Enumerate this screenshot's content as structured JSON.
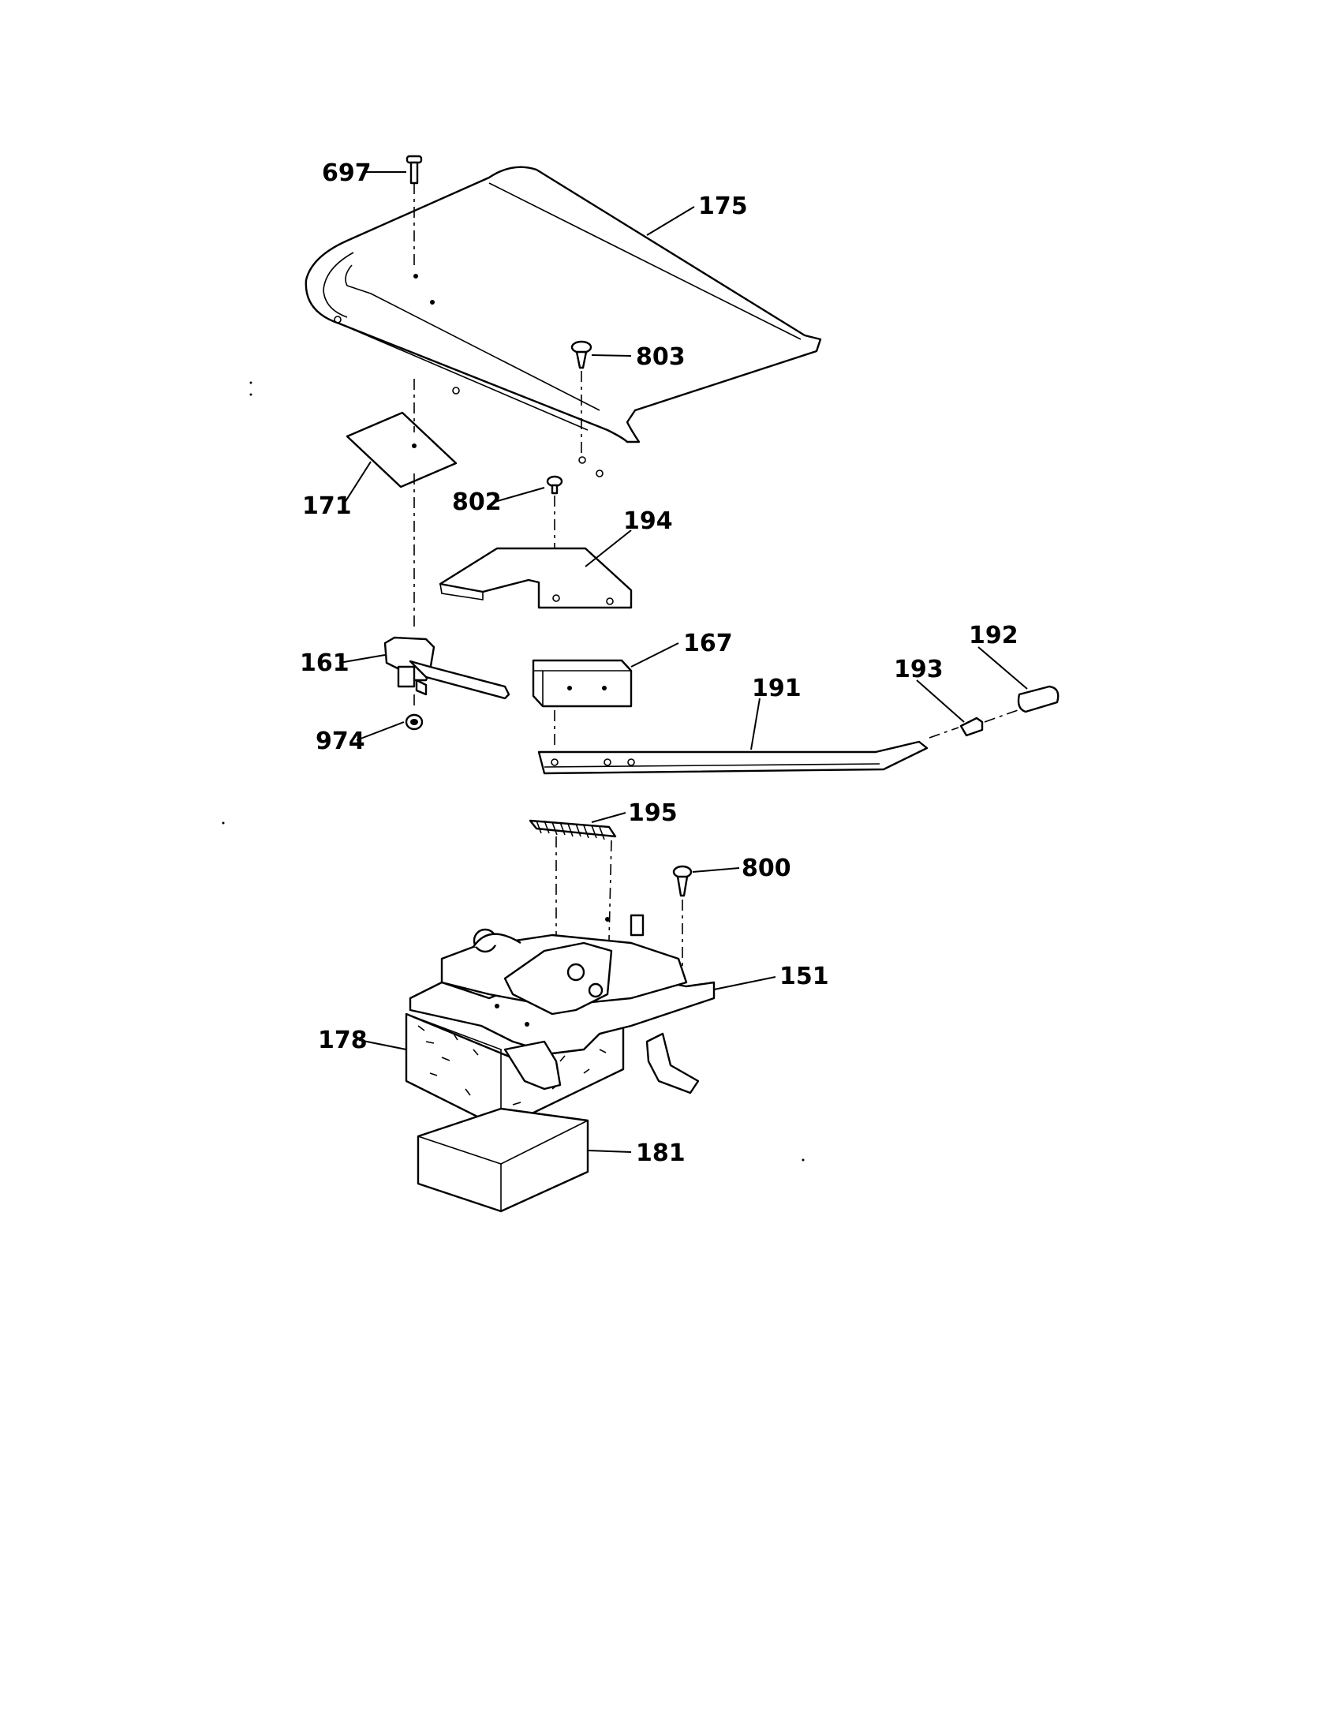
{
  "labels": {
    "p697": "697",
    "p175": "175",
    "p803": "803",
    "p171": "171",
    "p802": "802",
    "p194": "194",
    "p161": "161",
    "p167": "167",
    "p193": "193",
    "p192": "192",
    "p191": "191",
    "p974": "974",
    "p195": "195",
    "p800": "800",
    "p151": "151",
    "p178": "178",
    "p181": "181"
  }
}
